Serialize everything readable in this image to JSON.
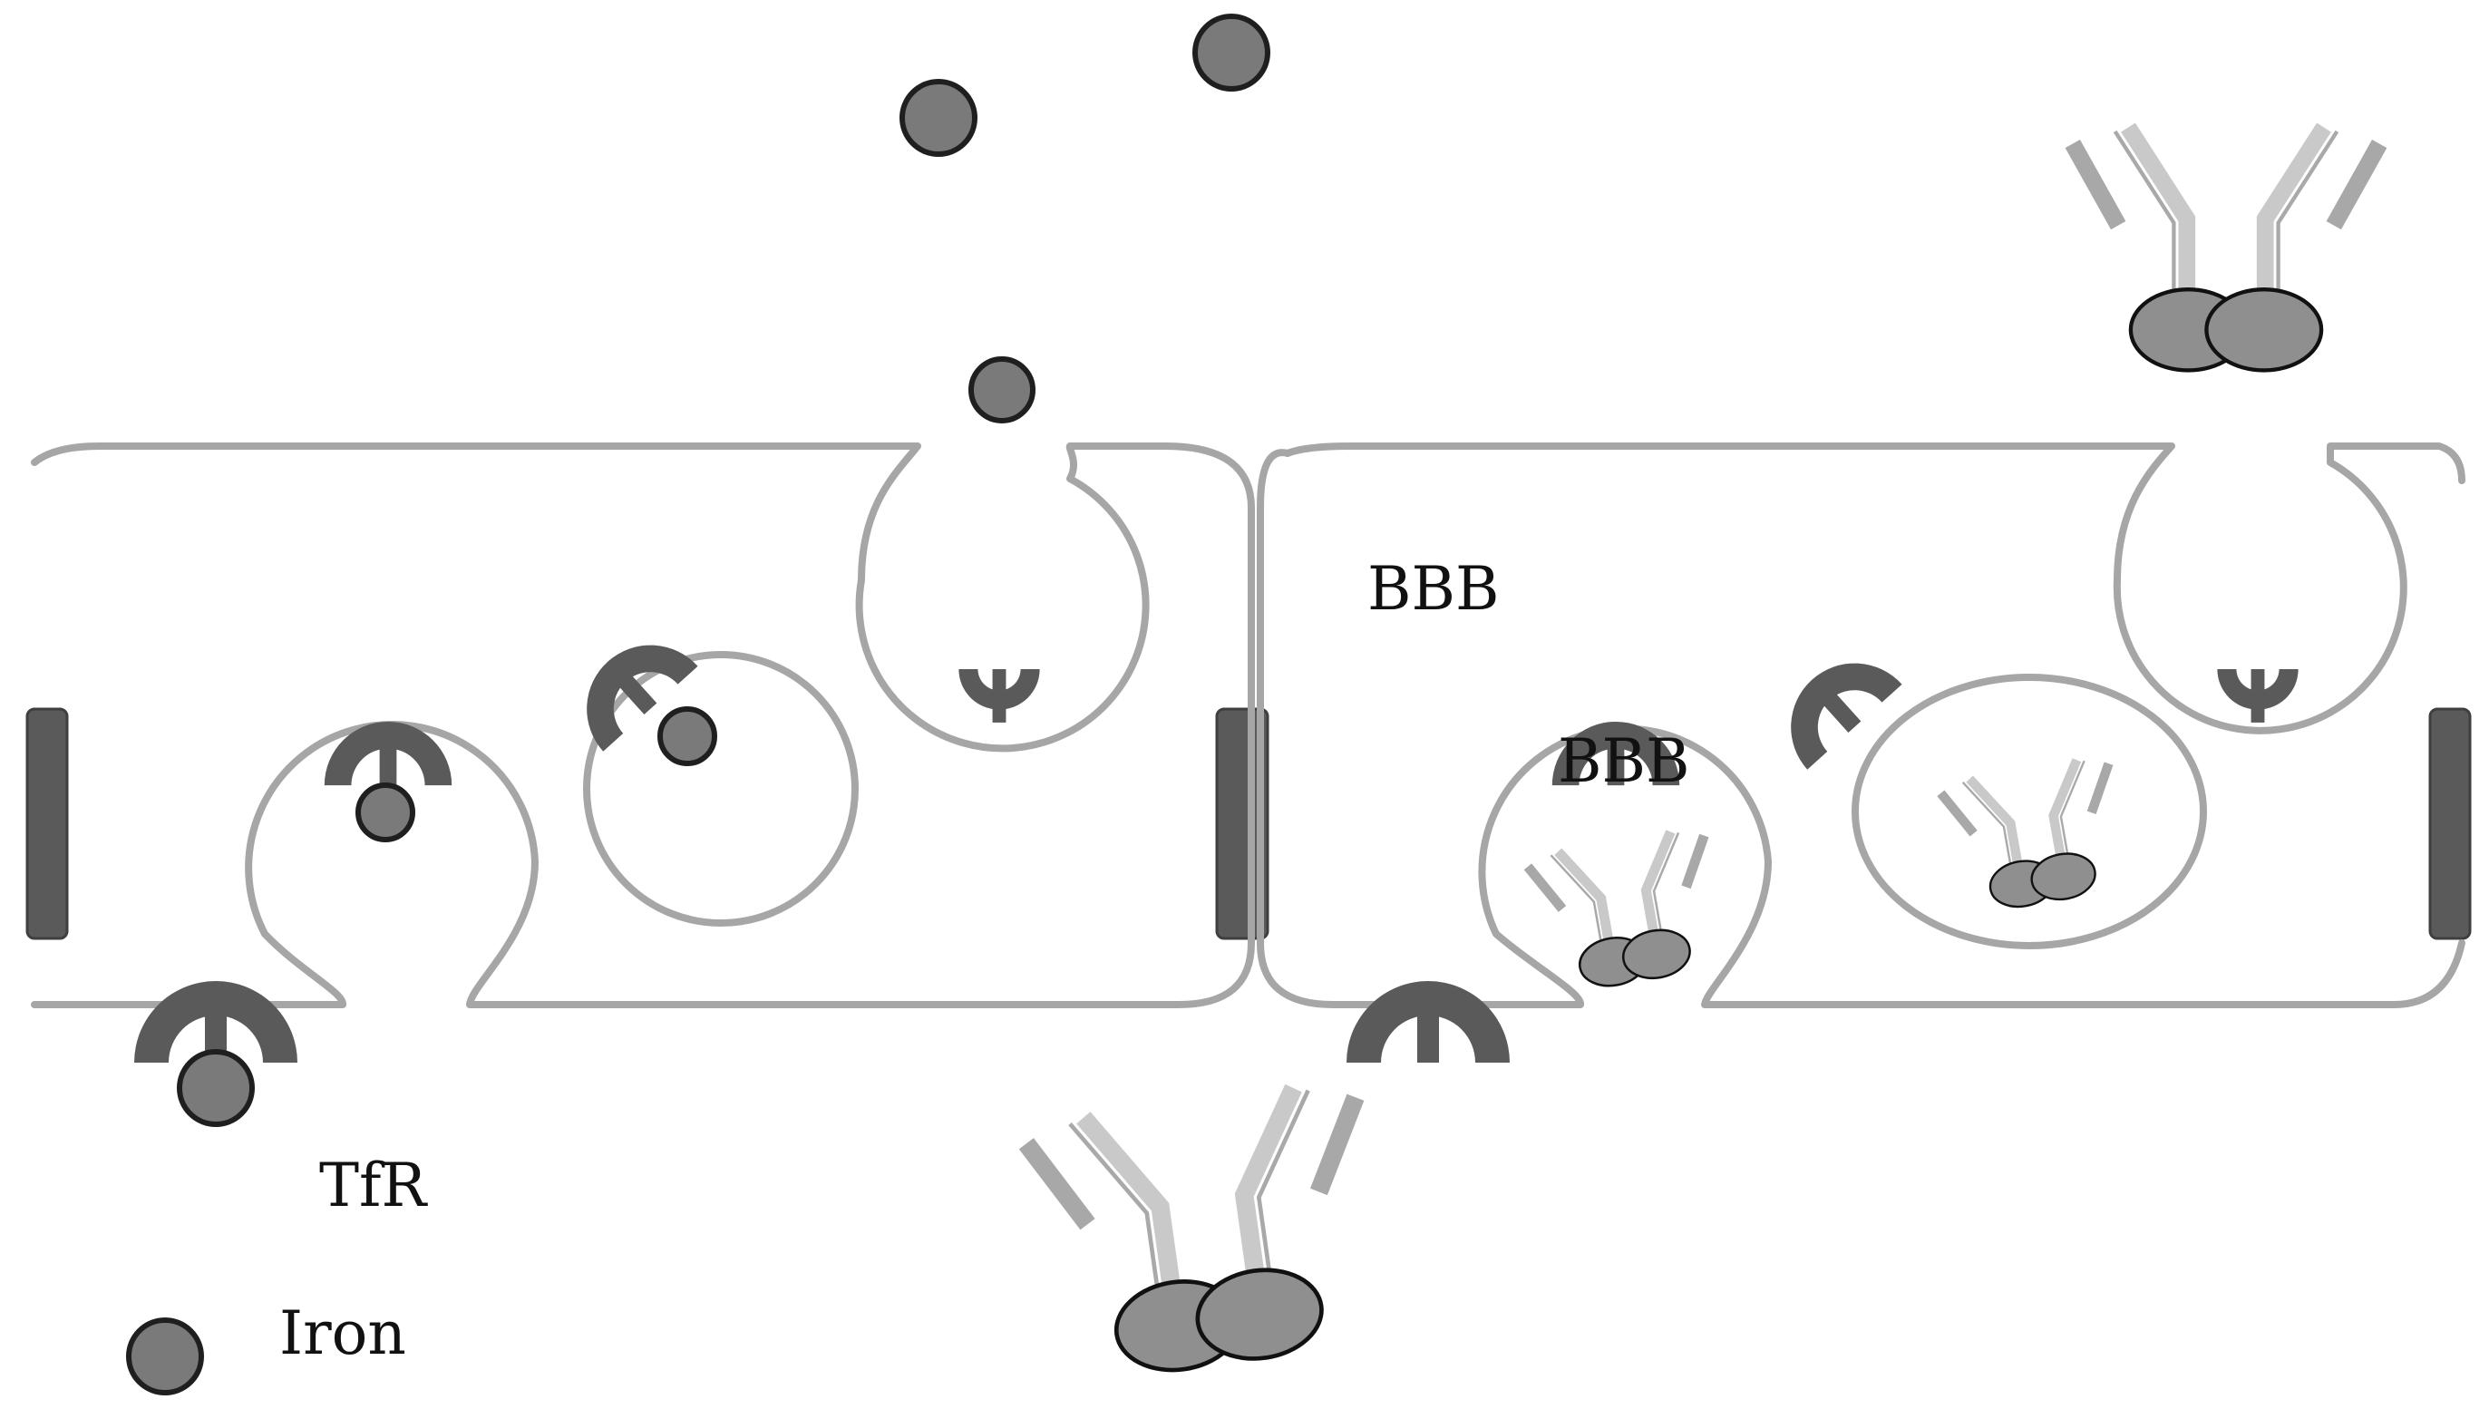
{
  "labels": {
    "bbb_top": "BBB",
    "bbb_vesicle": "BBB",
    "tfr": "TfR",
    "iron": "Iron"
  },
  "legend": {
    "iron_marker": "iron-icon"
  },
  "colors": {
    "membrane": "#a6a6a6",
    "receptor": "#5a5a5a",
    "iron_fill": "#7a7a7a",
    "antibody_light": "#c6c6c6",
    "antibody_mid": "#a8a8a8",
    "antibody_fc": "#8f8f8f",
    "outline": "#1f1f1f",
    "text": "#111111"
  }
}
